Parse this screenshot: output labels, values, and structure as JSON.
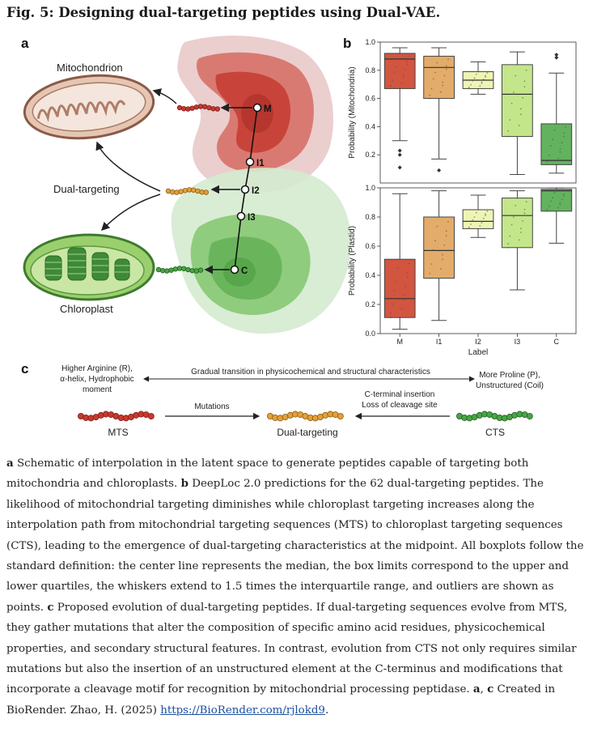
{
  "figure": {
    "title": "Fig. 5: Designing dual-targeting peptides using Dual-VAE.",
    "panel_a_letter": "a",
    "panel_b_letter": "b",
    "panel_c_letter": "c"
  },
  "panel_a": {
    "mitochondrion_label": "Mitochondrion",
    "dual_targeting_label": "Dual-targeting",
    "chloroplast_label": "Chloroplast",
    "path_points": [
      "M",
      "I1",
      "I2",
      "I3",
      "C"
    ]
  },
  "panel_c": {
    "left_text_1": "Higher Arginine (R),",
    "left_text_2": "α-helix, Hydrophobic",
    "left_text_3": "moment",
    "top_arrow_text": "Gradual transition in physicochemical and structural characteristics",
    "right_text_1": "More Proline (P),",
    "right_text_2": "Unstructured (Coil)",
    "mutations_label": "Mutations",
    "insertion_label_1": "C-terminal insertion",
    "insertion_label_2": "Loss of cleavage site",
    "mts_label": "MTS",
    "dual_label": "Dual-targeting",
    "cts_label": "CTS"
  },
  "chart_data": [
    {
      "type": "box",
      "ylabel": "Probability (Mitochondria)",
      "xlabel": "",
      "ylim": [
        0.0,
        1.0
      ],
      "yticks": [
        "0.2",
        "0.4",
        "0.6",
        "0.8",
        "1.0"
      ],
      "categories": [
        "M",
        "I1",
        "I2",
        "I3",
        "C"
      ],
      "colors": [
        "#d2553f",
        "#e3ac6a",
        "#eef5b4",
        "#c4e68a",
        "#63b25f"
      ],
      "boxes": [
        {
          "q1": 0.67,
          "median": 0.88,
          "q3": 0.92,
          "whisker_low": 0.3,
          "whisker_high": 0.96,
          "outliers": [
            0.23,
            0.2,
            0.11
          ]
        },
        {
          "q1": 0.6,
          "median": 0.82,
          "q3": 0.9,
          "whisker_low": 0.17,
          "whisker_high": 0.96,
          "outliers": [
            0.09
          ]
        },
        {
          "q1": 0.67,
          "median": 0.73,
          "q3": 0.79,
          "whisker_low": 0.63,
          "whisker_high": 0.86,
          "outliers": []
        },
        {
          "q1": 0.33,
          "median": 0.63,
          "q3": 0.84,
          "whisker_low": 0.06,
          "whisker_high": 0.93,
          "outliers": []
        },
        {
          "q1": 0.13,
          "median": 0.16,
          "q3": 0.42,
          "whisker_low": 0.07,
          "whisker_high": 0.78,
          "outliers": [
            0.91,
            0.89
          ]
        }
      ]
    },
    {
      "type": "box",
      "ylabel": "Probability (Plastid)",
      "xlabel": "Label",
      "ylim": [
        0.0,
        1.0
      ],
      "yticks": [
        "0.0",
        "0.2",
        "0.4",
        "0.6",
        "0.8",
        "1.0"
      ],
      "categories": [
        "M",
        "I1",
        "I2",
        "I3",
        "C"
      ],
      "colors": [
        "#d2553f",
        "#e3ac6a",
        "#eef5b4",
        "#c4e68a",
        "#63b25f"
      ],
      "boxes": [
        {
          "q1": 0.11,
          "median": 0.24,
          "q3": 0.51,
          "whisker_low": 0.03,
          "whisker_high": 0.96,
          "outliers": []
        },
        {
          "q1": 0.38,
          "median": 0.57,
          "q3": 0.8,
          "whisker_low": 0.09,
          "whisker_high": 0.98,
          "outliers": []
        },
        {
          "q1": 0.72,
          "median": 0.77,
          "q3": 0.85,
          "whisker_low": 0.66,
          "whisker_high": 0.95,
          "outliers": []
        },
        {
          "q1": 0.59,
          "median": 0.81,
          "q3": 0.93,
          "whisker_low": 0.3,
          "whisker_high": 0.98,
          "outliers": []
        },
        {
          "q1": 0.84,
          "median": 0.98,
          "q3": 0.99,
          "whisker_low": 0.62,
          "whisker_high": 1.0,
          "outliers": []
        }
      ]
    }
  ],
  "caption": {
    "a_letter": "a",
    "a_text": " Schematic of interpolation in the latent space to generate peptides capable of targeting both mitochondria and chloroplasts. ",
    "b_letter": "b",
    "b_text": " DeepLoc 2.0 predictions for the 62 dual-targeting peptides. The likelihood of mitochondrial targeting diminishes while chloroplast targeting increases along the interpolation path from mitochondrial targeting sequences (MTS) to chloroplast targeting sequences (CTS), leading to the emergence of dual-targeting characteristics at the midpoint. All boxplots follow the standard definition: the center line represents the median, the box limits correspond to the upper and lower quartiles, the whiskers extend to 1.5 times the interquartile range, and outliers are shown as points. ",
    "c_letter": "c",
    "c_text": " Proposed evolution of dual-targeting peptides. If dual-targeting sequences evolve from MTS, they gather mutations that alter the composition of specific amino acid residues, physicochemical properties, and secondary structural features. In contrast, evolution from CTS not only requires similar mutations but also the insertion of an unstructured element at the C-terminus and modifications that incorporate a cleavage motif for recognition by mitochondrial processing peptidase. ",
    "ac_letters": "a",
    "ac_comma": ", ",
    "ac_letters_2": "c",
    "ac_text": " Created in BioRender. Zhao, H. (2025) ",
    "link_text": "https://BioRender.com/rjlokd9",
    "end": "."
  }
}
